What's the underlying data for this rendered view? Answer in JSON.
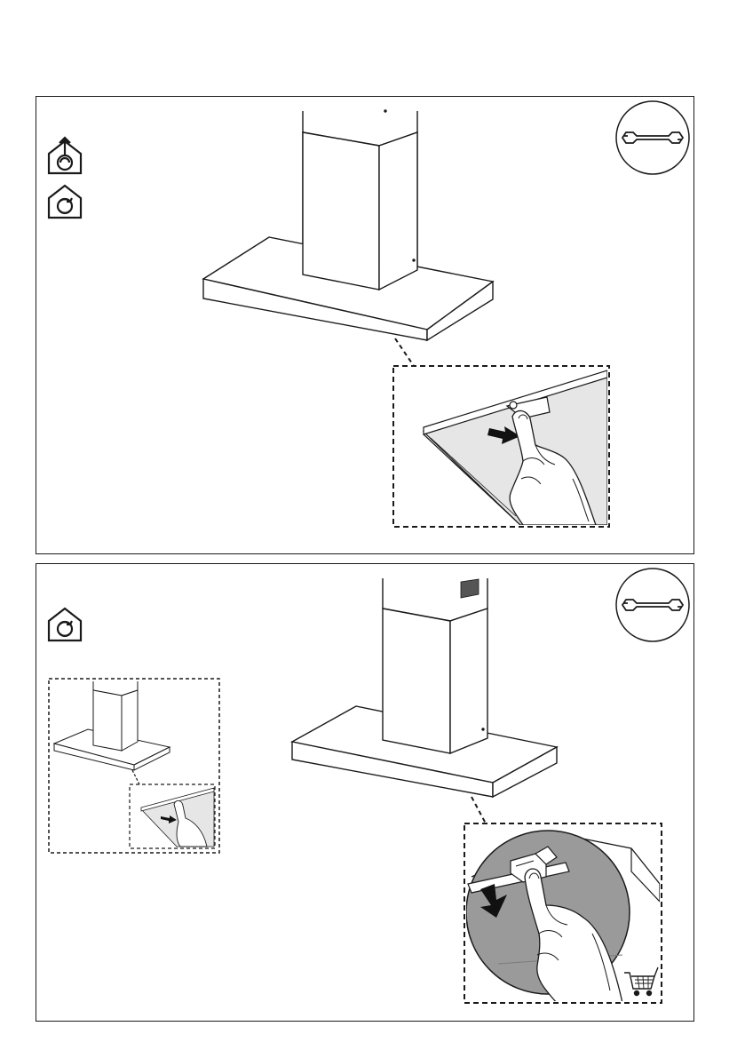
{
  "document": {
    "type": "installation-manual-page",
    "panels": [
      {
        "id": "panel-1",
        "mode_icons": [
          "ducted-mode-icon",
          "recirculation-mode-icon"
        ],
        "tool_icon": "wrench-icon",
        "step": "remove-grease-filter-press-release-tab"
      },
      {
        "id": "panel-2",
        "mode_icons": [
          "recirculation-mode-icon"
        ],
        "tool_icon": "wrench-icon",
        "accessory_icon": "shopping-cart-icon",
        "step": "remove-carbon-filter-press-release-tab"
      }
    ],
    "colors": {
      "line": "#1a1a1a",
      "filter_fill": "#e6e6e6",
      "carbon_fill": "#9a9a9a",
      "arrow": "#111111"
    }
  }
}
